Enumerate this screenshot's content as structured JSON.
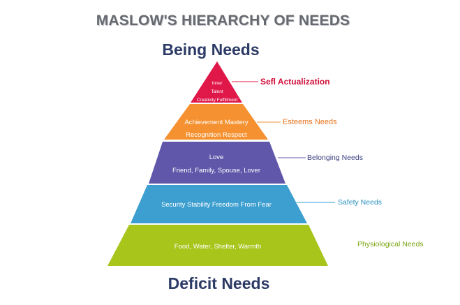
{
  "title": "MASLOW'S HIERARCHY OF NEEDS",
  "top_label": "Being Needs",
  "bottom_label": "Deficit Needs",
  "levels": [
    {
      "category": "Sefl Actualization",
      "lines": [
        "Inner",
        "Talent",
        "Creativity Fulfillment"
      ],
      "color": "#e0184a",
      "label_color": "#d0103a"
    },
    {
      "category": "Esteems Needs",
      "lines": [
        "Achievement Mastery",
        "Recognition Respect"
      ],
      "color": "#f59130",
      "label_color": "#e8731c"
    },
    {
      "category": "Belonging Needs",
      "lines": [
        "Love",
        "Friend, Family, Spouse, Lover"
      ],
      "color": "#6057aa",
      "label_color": "#3b3f80"
    },
    {
      "category": "Safety Needs",
      "lines": [
        "Security Stability Freedom From Fear"
      ],
      "color": "#3d9fd0",
      "label_color": "#2a8fc0"
    },
    {
      "category": "Physiological Needs",
      "lines": [
        "Food, Water, Shelter, Warmth"
      ],
      "color": "#a8c51c",
      "label_color": "#7aa512"
    }
  ]
}
